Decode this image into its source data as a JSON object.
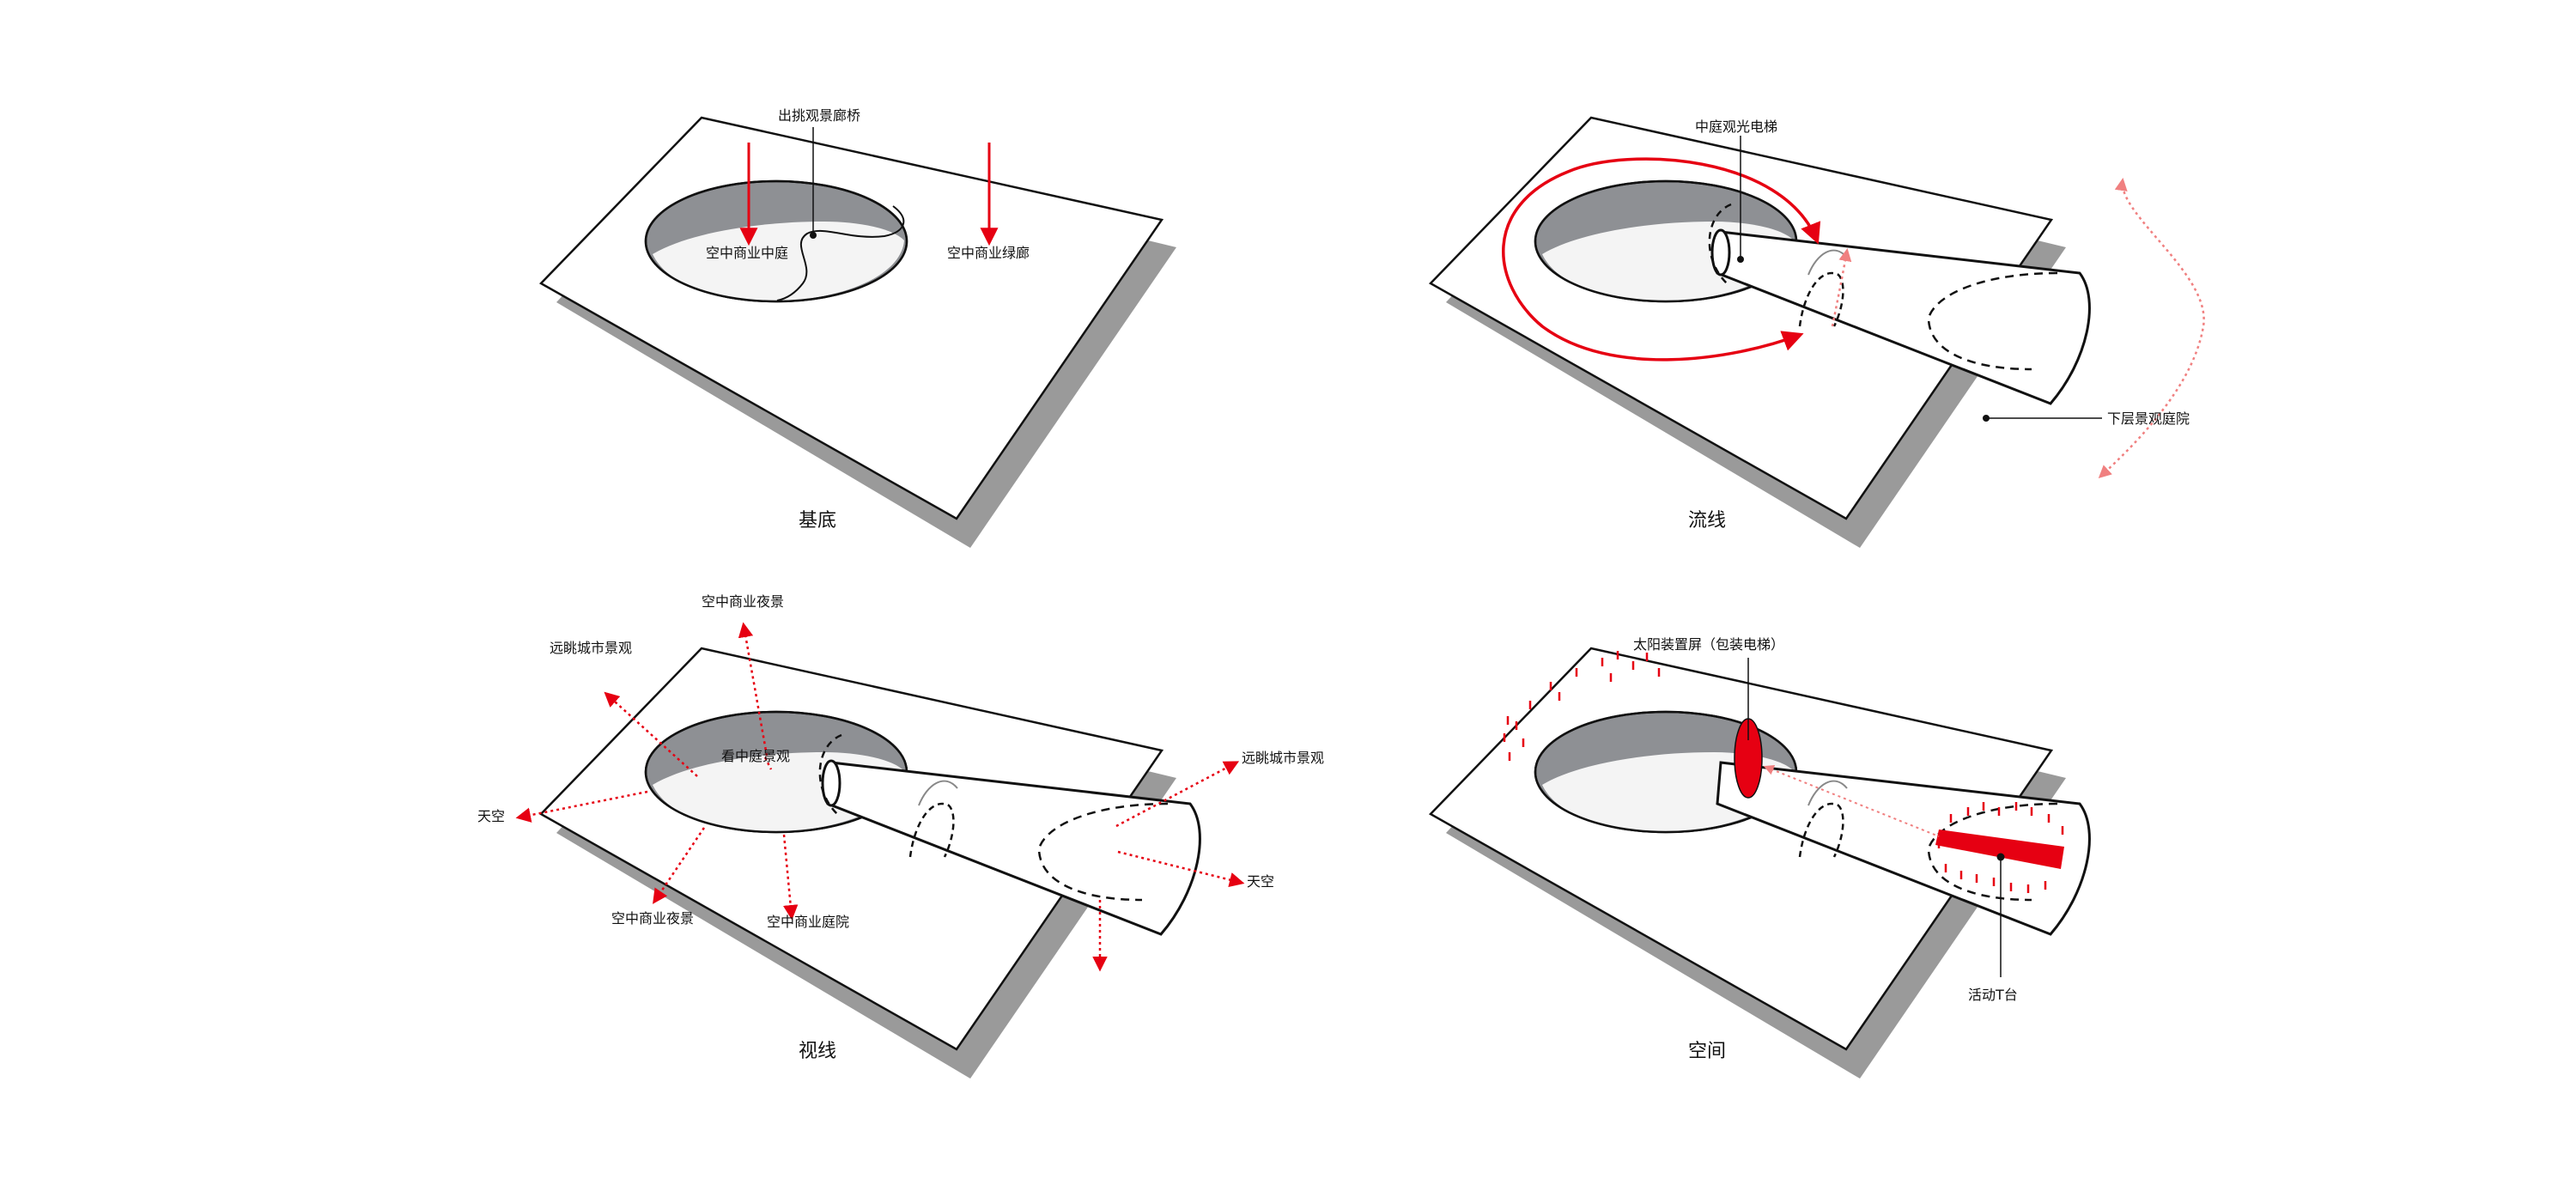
{
  "panels": {
    "base": {
      "title": "基底",
      "labels": {
        "bridge": "出挑观景廊桥",
        "atrium": "空中商业中庭",
        "greenway": "空中商业绿廊"
      }
    },
    "flow": {
      "title": "流线",
      "labels": {
        "elevator": "中庭观光电梯",
        "courtyard": "下层景观庭院"
      }
    },
    "view": {
      "title": "视线",
      "labels": {
        "night_top": "空中商业夜景",
        "city_left": "远眺城市景观",
        "sky_left": "天空",
        "atrium_view": "看中庭景观",
        "night_bottom": "空中商业夜景",
        "yard": "空中商业庭院",
        "city_right": "远眺城市景观",
        "sky_right": "天空"
      }
    },
    "space": {
      "title": "空间",
      "labels": {
        "screen": "太阳装置屏（包装电梯）",
        "stage": "活动T台"
      }
    }
  },
  "colors": {
    "accent": "#e60012",
    "shadow": "#9a9a9a",
    "void": "#8e9094",
    "floor": "#f3f3f3",
    "line": "#111111"
  }
}
